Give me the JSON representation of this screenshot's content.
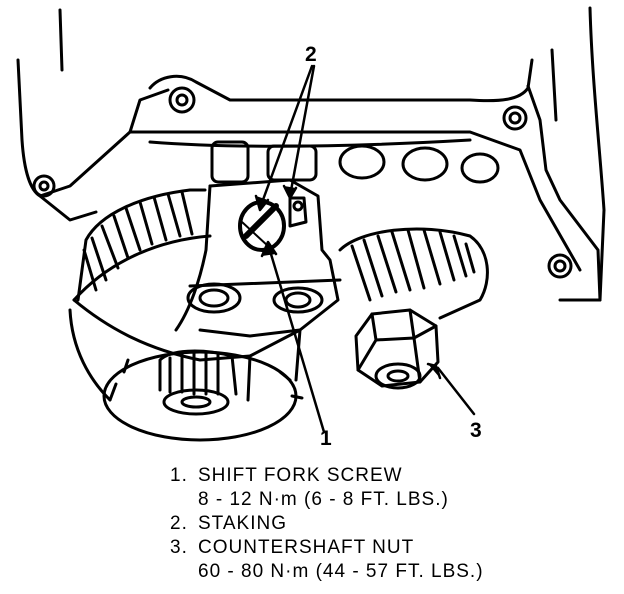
{
  "callouts": {
    "c1": "1",
    "c2": "2",
    "c3": "3"
  },
  "legend": {
    "items": [
      {
        "number": "1.",
        "label": "SHIFT FORK SCREW",
        "spec": "8 - 12 N·m (6 - 8 FT. LBS.)"
      },
      {
        "number": "2.",
        "label": "STAKING"
      },
      {
        "number": "3.",
        "label": "COUNTERSHAFT NUT",
        "spec": "60 - 80 N·m (44 - 57 FT. LBS.)"
      }
    ]
  }
}
